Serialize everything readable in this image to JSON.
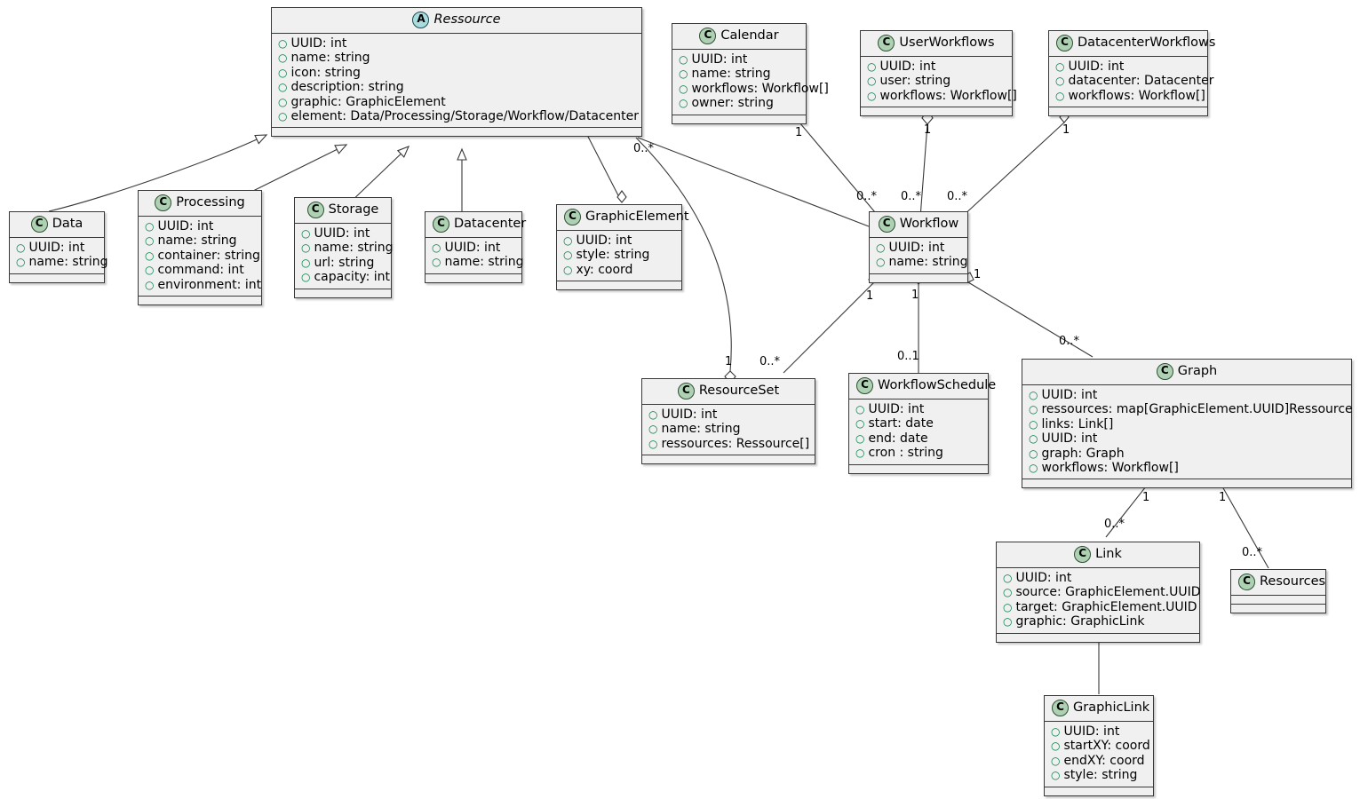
{
  "diagram": {
    "title": "UML class diagram",
    "type": "uml-class-diagram",
    "colors": {
      "class_header": "#f0f0f0",
      "class_body": "#f0f0f0",
      "border": "#383838",
      "class_badge": "#ADD1B2",
      "abstract_badge": "#A9DCDF",
      "visibility_marker": "#038048"
    }
  },
  "classes": [
    {
      "id": "ressource",
      "name": "Ressource",
      "stereotype": "A",
      "abstract": true,
      "attributes": [
        "UUID: int",
        "name: string",
        "icon: string",
        "description: string",
        "graphic: GraphicElement",
        "element: Data/Processing/Storage/Workflow/Datacenter"
      ]
    },
    {
      "id": "data",
      "name": "Data",
      "stereotype": "C",
      "abstract": false,
      "attributes": [
        "UUID: int",
        "name: string"
      ]
    },
    {
      "id": "processing",
      "name": "Processing",
      "stereotype": "C",
      "abstract": false,
      "attributes": [
        "UUID: int",
        "name: string",
        "container: string",
        "command: int",
        "environment: int"
      ]
    },
    {
      "id": "storage",
      "name": "Storage",
      "stereotype": "C",
      "abstract": false,
      "attributes": [
        "UUID: int",
        "name: string",
        "url: string",
        "capacity: int"
      ]
    },
    {
      "id": "datacenter",
      "name": "Datacenter",
      "stereotype": "C",
      "abstract": false,
      "attributes": [
        "UUID: int",
        "name: string"
      ]
    },
    {
      "id": "graphicelement",
      "name": "GraphicElement",
      "stereotype": "C",
      "abstract": false,
      "attributes": [
        "UUID: int",
        "style: string",
        "xy: coord"
      ]
    },
    {
      "id": "calendar",
      "name": "Calendar",
      "stereotype": "C",
      "abstract": false,
      "attributes": [
        "UUID: int",
        "name: string",
        "workflows: Workflow[]",
        "owner: string"
      ]
    },
    {
      "id": "userworkflows",
      "name": "UserWorkflows",
      "stereotype": "C",
      "abstract": false,
      "attributes": [
        "UUID: int",
        "user: string",
        "workflows: Workflow[]"
      ]
    },
    {
      "id": "datacenterworkflows",
      "name": "DatacenterWorkflows",
      "stereotype": "C",
      "abstract": false,
      "attributes": [
        "UUID: int",
        "datacenter: Datacenter",
        "workflows: Workflow[]"
      ]
    },
    {
      "id": "workflow",
      "name": "Workflow",
      "stereotype": "C",
      "abstract": false,
      "attributes": [
        "UUID: int",
        "name: string"
      ]
    },
    {
      "id": "resourceset",
      "name": "ResourceSet",
      "stereotype": "C",
      "abstract": false,
      "attributes": [
        "UUID: int",
        "name: string",
        "ressources: Ressource[]"
      ]
    },
    {
      "id": "workflowschedule",
      "name": "WorkflowSchedule",
      "stereotype": "C",
      "abstract": false,
      "attributes": [
        "UUID: int",
        "start: date",
        "end: date",
        "cron : string"
      ]
    },
    {
      "id": "graph",
      "name": "Graph",
      "stereotype": "C",
      "abstract": false,
      "attributes": [
        "UUID: int",
        "ressources: map[GraphicElement.UUID]Ressource",
        "links: Link[]",
        "UUID: int",
        "graph: Graph",
        "workflows: Workflow[]"
      ]
    },
    {
      "id": "link",
      "name": "Link",
      "stereotype": "C",
      "abstract": false,
      "attributes": [
        "UUID: int",
        "source: GraphicElement.UUID",
        "target: GraphicElement.UUID",
        "graphic: GraphicLink"
      ]
    },
    {
      "id": "resources",
      "name": "Resources",
      "stereotype": "C",
      "abstract": false,
      "attributes": []
    },
    {
      "id": "graphiclink",
      "name": "GraphicLink",
      "stereotype": "C",
      "abstract": false,
      "attributes": [
        "UUID: int",
        "startXY: coord",
        "endXY: coord",
        "style: string"
      ]
    }
  ],
  "multiplicities": [
    {
      "id": "m-ressource-graphicelement",
      "label": "0..*"
    },
    {
      "id": "m-calendar-1",
      "label": "1"
    },
    {
      "id": "m-userworkflows-1",
      "label": "1"
    },
    {
      "id": "m-datacenterworkflows-1",
      "label": "1"
    },
    {
      "id": "m-workflow-calendar",
      "label": "0..*"
    },
    {
      "id": "m-workflow-user",
      "label": "0..*"
    },
    {
      "id": "m-workflow-datacenter",
      "label": "0..*"
    },
    {
      "id": "m-workflow-resourceset-1",
      "label": "1"
    },
    {
      "id": "m-workflow-schedule-1",
      "label": "1"
    },
    {
      "id": "m-workflow-graph-1",
      "label": "1"
    },
    {
      "id": "m-resourceset-1",
      "label": "1"
    },
    {
      "id": "m-resourceset-0n",
      "label": "0..*"
    },
    {
      "id": "m-schedule-01",
      "label": "0..1"
    },
    {
      "id": "m-graph-0n",
      "label": "0..*"
    },
    {
      "id": "m-graph-link-1",
      "label": "1"
    },
    {
      "id": "m-graph-resources-1",
      "label": "1"
    },
    {
      "id": "m-link-0n",
      "label": "0..*"
    },
    {
      "id": "m-resources-0n",
      "label": "0..*"
    }
  ],
  "relations": [
    {
      "from": "data",
      "to": "ressource",
      "type": "generalization"
    },
    {
      "from": "processing",
      "to": "ressource",
      "type": "generalization"
    },
    {
      "from": "storage",
      "to": "ressource",
      "type": "generalization"
    },
    {
      "from": "datacenter",
      "to": "ressource",
      "type": "generalization"
    },
    {
      "from": "ressource",
      "to": "graphicelement",
      "type": "aggregation"
    },
    {
      "from": "ressource",
      "to": "workflow",
      "type": "association"
    },
    {
      "from": "ressource",
      "to": "resourceset",
      "type": "aggregation"
    },
    {
      "from": "calendar",
      "to": "workflow",
      "type": "aggregation"
    },
    {
      "from": "userworkflows",
      "to": "workflow",
      "type": "aggregation"
    },
    {
      "from": "datacenterworkflows",
      "to": "workflow",
      "type": "aggregation"
    },
    {
      "from": "workflow",
      "to": "resourceset",
      "type": "aggregation"
    },
    {
      "from": "workflow",
      "to": "workflowschedule",
      "type": "aggregation"
    },
    {
      "from": "workflow",
      "to": "graph",
      "type": "aggregation"
    },
    {
      "from": "graph",
      "to": "link",
      "type": "aggregation"
    },
    {
      "from": "graph",
      "to": "resources",
      "type": "aggregation"
    },
    {
      "from": "link",
      "to": "graphiclink",
      "type": "association"
    }
  ]
}
